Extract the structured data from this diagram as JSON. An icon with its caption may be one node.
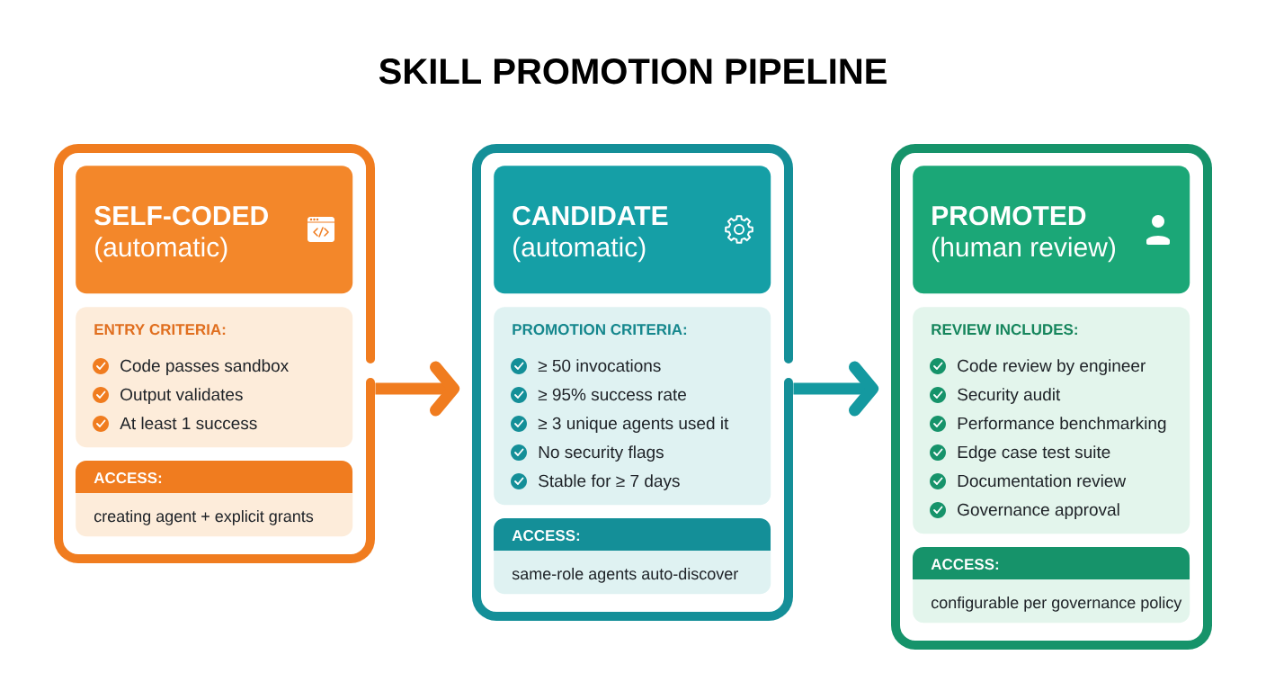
{
  "diagram": {
    "title": "SKILL PROMOTION PIPELINE",
    "nodes": [
      {
        "text": [],
        "shape": "box"
      },
      {
        "text": [
          "SELF-CODED",
          "(automatic)"
        ],
        "in": 0
      },
      {
        "text": [
          "ENTRY CRITERIA:",
          "Code passes sandbox",
          "Output validates",
          "At least 1 success"
        ],
        "in": 0
      },
      {
        "text": [
          "ACCESS:",
          "creating agent + explicit grants"
        ],
        "in": 0
      },
      {
        "text": [],
        "shape": "box"
      },
      {
        "text": [
          "CANDIDATE",
          "(automatic)"
        ],
        "in": 4
      },
      {
        "text": [
          "PROMOTION CRITERIA:",
          "≥ 50 invocations",
          "≥ 95% success rate",
          "≥ 3 unique agents used it",
          "No security flags",
          "Stable for ≥ 7 days"
        ],
        "in": 4
      },
      {
        "text": [
          "ACCESS:",
          "same-role agents auto-discover"
        ],
        "in": 4
      },
      {
        "text": [],
        "shape": "box"
      },
      {
        "text": [
          "PROMOTED",
          "(human review)"
        ],
        "in": 8
      },
      {
        "text": [
          "REVIEW INCLUDES:",
          "Code review by engineer",
          "Security audit",
          "Performance benchmarking",
          "Edge case test suite",
          "Documentation review",
          "Governance approval"
        ],
        "in": 8
      },
      {
        "text": [
          "ACCESS:",
          "configurable per governance policy"
        ],
        "in": 8
      }
    ],
    "edges": [
      {
        "from": 0,
        "to": 4,
        "arrow": "to",
        "color": "#f07c1f"
      },
      {
        "from": 4,
        "to": 8,
        "arrow": "to",
        "color": "#1499a0"
      }
    ]
  }
}
